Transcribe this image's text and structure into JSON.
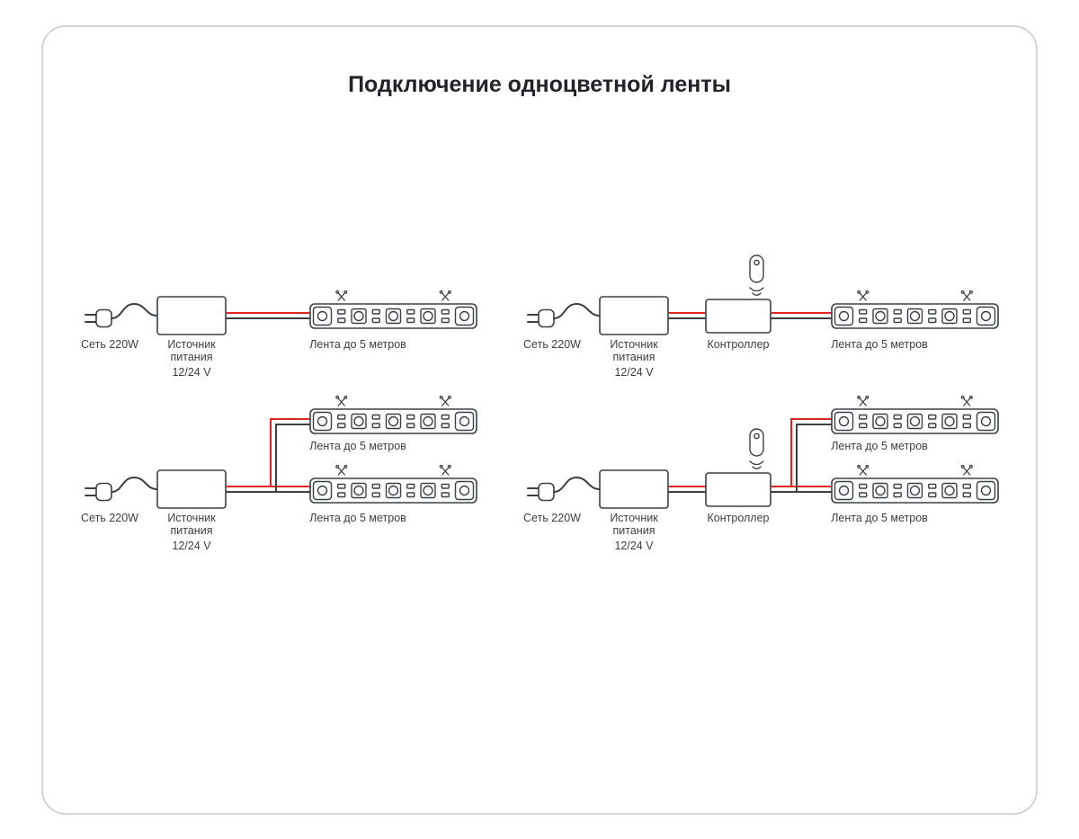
{
  "title": "Подключение одноцветной ленты",
  "labels": {
    "mains": "Сеть 220W",
    "psu1": "Источник",
    "psu2": "питания",
    "psu3": "12/24 V",
    "strip": "Лента до 5 метров",
    "controller": "Контроллер"
  },
  "colors": {
    "outline": "#3a4046",
    "wire_red": "#e02622",
    "wire_black": "#3a4046",
    "frame_border": "#c8c8c8",
    "background": "#ffffff"
  }
}
